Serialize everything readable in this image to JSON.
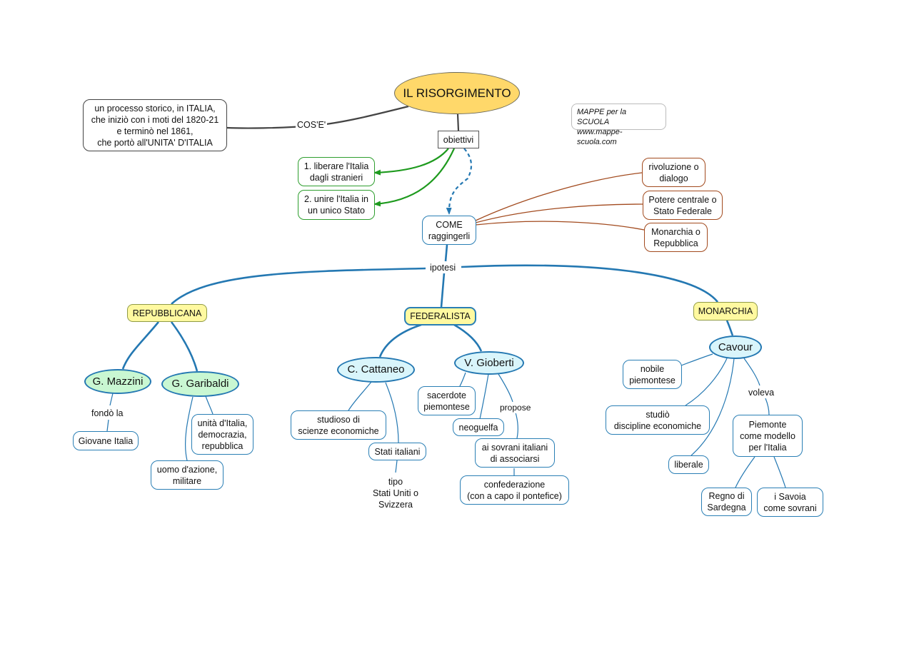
{
  "root": {
    "title": "IL RISORGIMENTO"
  },
  "credit": {
    "line1": "MAPPE per la SCUOLA",
    "line2": "www.mappe-scuola.com"
  },
  "definition": {
    "link_label": "COS'E'",
    "lines": [
      "un processo storico, in ITALIA,",
      "che iniziò con i moti del 1820-21",
      "e terminò nel 1861,",
      "che portò all'UNITA' D'ITALIA"
    ]
  },
  "objectives": {
    "label": "obiettivi",
    "items": [
      [
        "1. liberare l'Italia",
        "dagli stranieri"
      ],
      [
        "2. unire l'Italia in",
        "un unico Stato"
      ]
    ]
  },
  "how": {
    "lines": [
      "COME",
      "raggingerli"
    ],
    "issues": [
      [
        "rivoluzione o",
        "dialogo"
      ],
      [
        "Potere centrale o",
        "Stato Federale"
      ],
      [
        "Monarchia o",
        "Repubblica"
      ]
    ],
    "link_label": "ipotesi"
  },
  "hypotheses": {
    "republican": {
      "title": "REPUBBLICANA",
      "mazzini": {
        "name": "G. Mazzini",
        "link_label": "fondò la",
        "founded": "Giovane Italia"
      },
      "garibaldi": {
        "name": "G. Garibaldi",
        "ideals": [
          "unità d'Italia,",
          "democrazia,",
          "repubblica"
        ],
        "role": [
          "uomo d'azione,",
          "militare"
        ]
      }
    },
    "federalist": {
      "title": "FEDERALISTA",
      "cattaneo": {
        "name": "C. Cattaneo",
        "scholar": [
          "studioso di",
          "scienze economiche"
        ],
        "states": "Stati italiani",
        "model": [
          "tipo",
          "Stati Uniti o",
          "Svizzera"
        ]
      },
      "gioberti": {
        "name": "V. Gioberti",
        "priest": [
          "sacerdote",
          "piemontese"
        ],
        "movement": "neoguelfa",
        "link_label": "propose",
        "proposal": [
          "ai sovrani italiani",
          "di associarsi"
        ],
        "confederation": [
          "confederazione",
          "(con a capo il pontefice)"
        ]
      }
    },
    "monarchic": {
      "title": "MONARCHIA",
      "cavour": {
        "name": "Cavour",
        "noble": [
          "nobile",
          "piemontese"
        ],
        "studies": [
          "studiò",
          "discipline economiche"
        ],
        "liberal": "liberale",
        "link_label": "voleva",
        "piedmont": [
          "Piemonte",
          "come modello",
          "per l'Italia"
        ],
        "sardinia": [
          "Regno di",
          "Sardegna"
        ],
        "savoy": [
          "i Savoia",
          "come sovrani"
        ]
      }
    }
  },
  "colors": {
    "root_fill": "#ffd86a",
    "hypothesis_fill": "#fff9a0",
    "person_fill": "#d9f5fb",
    "republican_person_fill": "#c9f7d2",
    "blue_link": "#2478b2",
    "green_link": "#1e9a1e",
    "brown_link": "#a24a1e",
    "dark_link": "#444444"
  }
}
